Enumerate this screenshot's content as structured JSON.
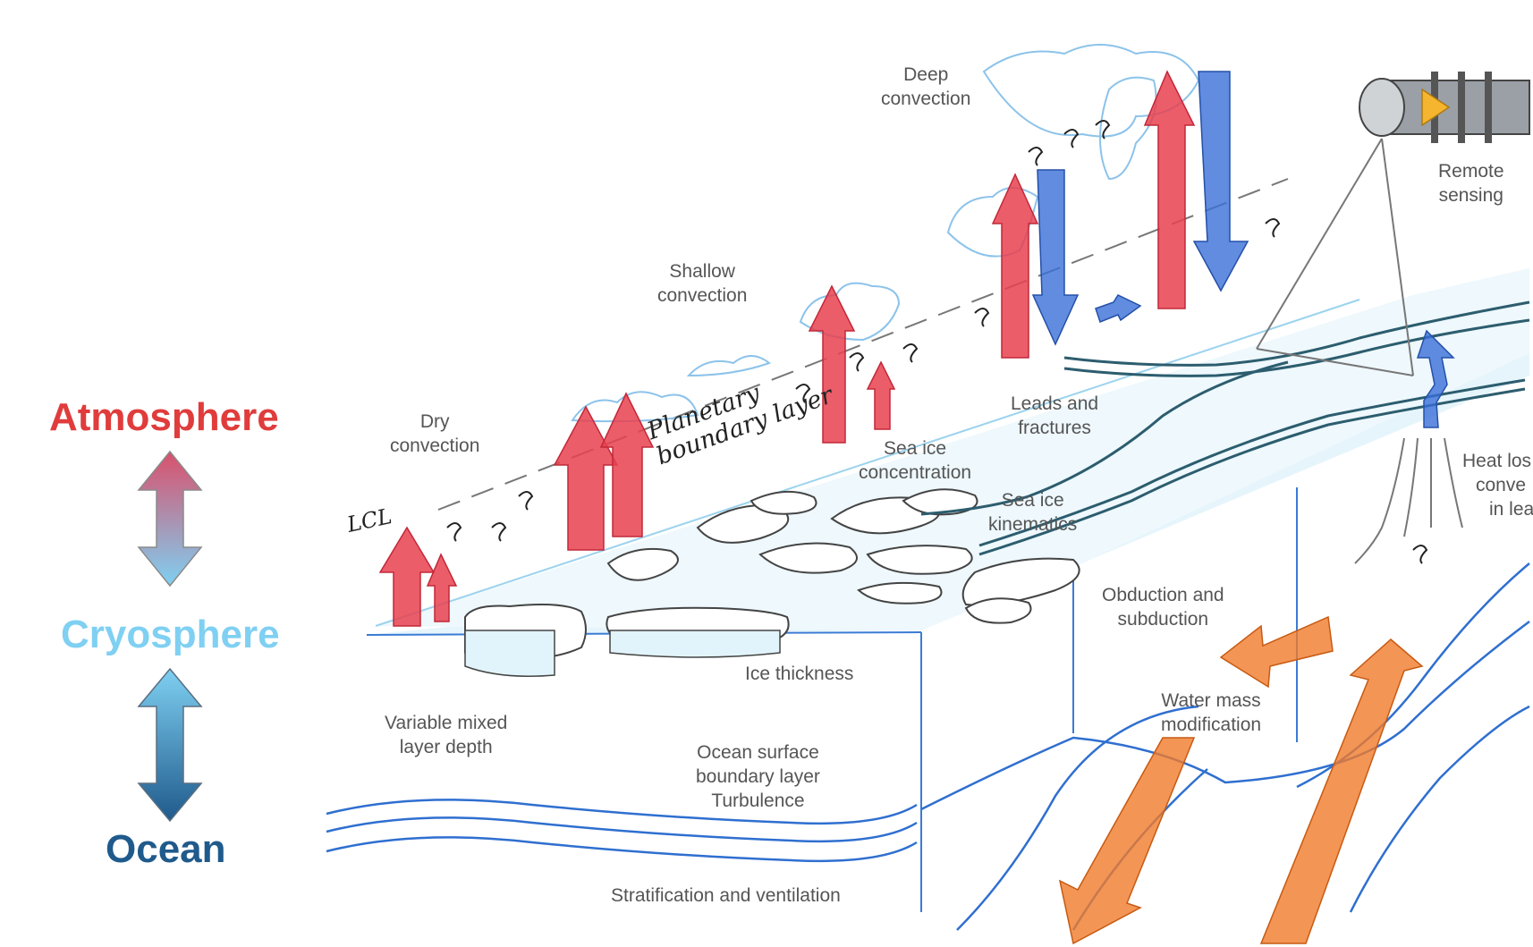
{
  "legend": {
    "atmosphere": "Atmosphere",
    "cryosphere": "Cryosphere",
    "ocean": "Ocean",
    "colors": {
      "atmosphere": "#e03c3c",
      "cryosphere": "#7fd0f2",
      "ocean": "#1f5a8c"
    }
  },
  "labels": {
    "deep_convection": [
      "Deep",
      "convection"
    ],
    "remote_sensing": [
      "Remote",
      "sensing"
    ],
    "shallow_convection": [
      "Shallow",
      "convection"
    ],
    "dry_convection": [
      "Dry",
      "convection"
    ],
    "lcl": "LCL",
    "pbl": [
      "Planetary",
      "boundary layer"
    ],
    "leads_fractures": [
      "Leads and",
      "fractures"
    ],
    "sea_ice_concentration": [
      "Sea ice",
      "concentration"
    ],
    "sea_ice_kinematics": [
      "Sea ice",
      "kinematics"
    ],
    "heat_loss": [
      "Heat los",
      "conve",
      "in lea"
    ],
    "obduction": [
      "Obduction and",
      "subduction"
    ],
    "ice_thickness": "Ice thickness",
    "water_mass": [
      "Water mass",
      "modification"
    ],
    "mixed_layer": [
      "Variable mixed",
      "layer depth"
    ],
    "ocean_surface_bl": [
      "Ocean surface",
      "boundary layer",
      "Turbulence"
    ],
    "stratification": "Stratification and ventilation"
  },
  "colors": {
    "updraft": "#e8414f",
    "downdraft": "#3a6fd8",
    "ocean_lines": "#2f6fd0",
    "ocean_flow": "#f07a2a",
    "ice_fill": "#d9f1fb",
    "pencil": "#444444"
  }
}
